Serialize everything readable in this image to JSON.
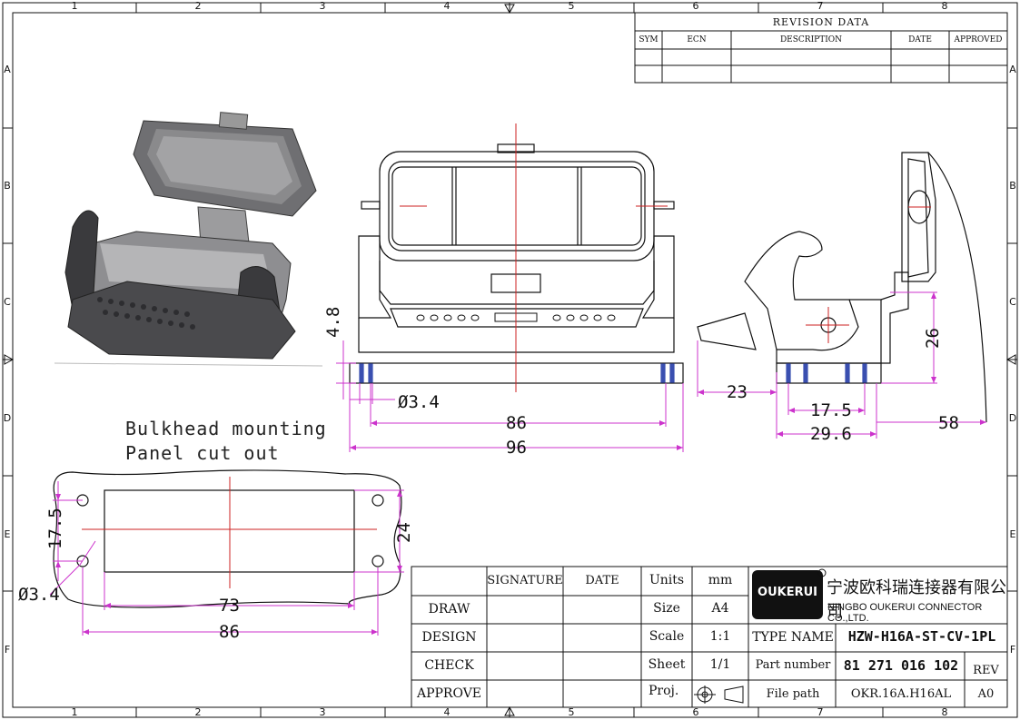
{
  "frame": {
    "columns": [
      "1",
      "2",
      "3",
      "4",
      "5",
      "6",
      "7",
      "8"
    ],
    "rows": [
      "A",
      "B",
      "C",
      "D",
      "E",
      "F"
    ]
  },
  "revision": {
    "title": "REVISION DATA",
    "headers": [
      "SYM",
      "ECN",
      "DESCRIPTION",
      "DATE",
      "APPROVED"
    ]
  },
  "notes": {
    "line1": "Bulkhead mounting",
    "line2": "Panel cut out"
  },
  "dimensions": {
    "front": {
      "d48": "4.8",
      "hole": "Ø3.4",
      "d86": "86",
      "d96": "96"
    },
    "side": {
      "d23": "23",
      "d26": "26",
      "d175": "17.5",
      "d296": "29.6",
      "d58": "58"
    },
    "cutout": {
      "d175": "17.5",
      "d24": "24",
      "hole": "Ø3.4",
      "d73": "73",
      "d86": "86"
    }
  },
  "title_block": {
    "signature": "SIGNATURE",
    "date": "DATE",
    "units_label": "Units",
    "units_value": "mm",
    "size_label": "Size",
    "size_value": "A4",
    "scale_label": "Scale",
    "scale_value": "1:1",
    "sheet_label": "Sheet",
    "sheet_value": "1/1",
    "proj_label": "Proj.",
    "rows": [
      "DRAW",
      "DESIGN",
      "CHECK",
      "APPROVE"
    ],
    "logo_text": "OUKERUI",
    "company_cn": "宁波欧科瑞连接器有限公司",
    "company_en": "NINGBO OUKERUI CONNECTOR CO.,LTD.",
    "type_name_label": "TYPE NAME",
    "type_name_value": "HZW-H16A-ST-CV-1PL",
    "part_number_label": "Part number",
    "part_number_value": "81 271 016 102",
    "rev_label": "REV",
    "file_path_label": "File path",
    "file_path_value": "OKR.16A.H16AL",
    "rev_value": "A0"
  },
  "colors": {
    "dimension": "#cc33cc",
    "centerline": "#cc2222",
    "line": "#111111"
  }
}
